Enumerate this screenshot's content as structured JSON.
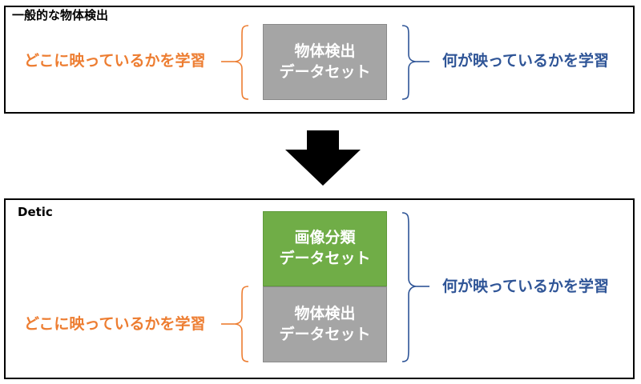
{
  "top_panel": {
    "title": "一般的な物体検出",
    "box": {
      "line1": "物体検出",
      "line2": "データセット",
      "color": "#a5a5a5"
    },
    "left_label": "どこに映っているかを学習",
    "right_label": "何が映っているかを学習"
  },
  "bottom_panel": {
    "title": "Detic",
    "box_upper": {
      "line1": "画像分類",
      "line2": "データセット",
      "color": "#70ad47"
    },
    "box_lower": {
      "line1": "物体検出",
      "line2": "データセット",
      "color": "#a5a5a5"
    },
    "left_label": "どこに映っているかを学習",
    "right_label": "何が映っているかを学習"
  },
  "colors": {
    "orange_text": "#ed7d31",
    "blue_text": "#2f5597",
    "arrow": "#000000"
  },
  "icons": {
    "transition": "down-arrow-icon"
  }
}
